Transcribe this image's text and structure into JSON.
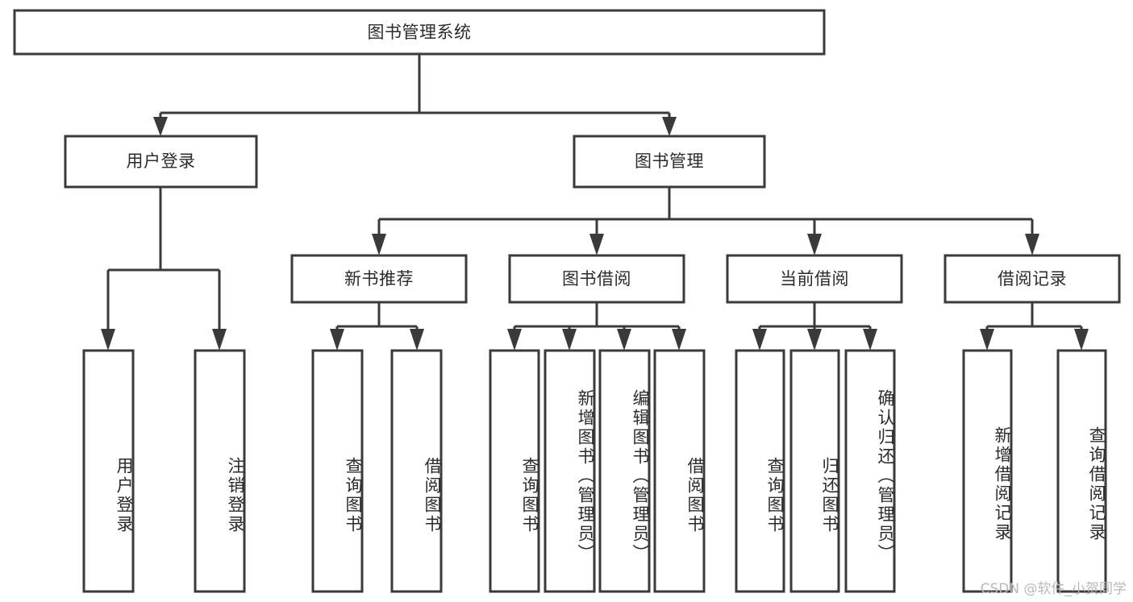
{
  "diagram": {
    "title": "图书管理系统",
    "type": "tree",
    "watermark": "CSDN @软件_小贺同学",
    "colors": {
      "stroke": "#3a3a3a",
      "box_fill": "#ffffff",
      "text": "#2b2b2b",
      "background": "#ffffff",
      "watermark": "#b9b9b9"
    },
    "levels": {
      "root": {
        "label": "图书管理系统",
        "orientation": "horizontal"
      },
      "level2": [
        {
          "label": "用户登录",
          "orientation": "horizontal"
        },
        {
          "label": "图书管理",
          "orientation": "horizontal"
        }
      ],
      "level3": [
        {
          "label": "新书推荐",
          "orientation": "horizontal"
        },
        {
          "label": "图书借阅",
          "orientation": "horizontal"
        },
        {
          "label": "当前借阅",
          "orientation": "horizontal"
        },
        {
          "label": "借阅记录",
          "orientation": "horizontal"
        }
      ],
      "leaves": {
        "user_login": [
          {
            "label": "用户登录",
            "orientation": "vertical"
          },
          {
            "label": "注销登录",
            "orientation": "vertical"
          }
        ],
        "new_book_recommend": [
          {
            "label": "查询图书",
            "orientation": "vertical"
          },
          {
            "label": "借阅图书",
            "orientation": "vertical"
          }
        ],
        "book_borrow": [
          {
            "label": "查询图书",
            "orientation": "vertical"
          },
          {
            "label": "新增图书（管理员）",
            "orientation": "vertical"
          },
          {
            "label": "编辑图书（管理员）",
            "orientation": "vertical"
          },
          {
            "label": "借阅图书",
            "orientation": "vertical"
          }
        ],
        "current_borrow": [
          {
            "label": "查询图书",
            "orientation": "vertical"
          },
          {
            "label": "归还图书",
            "orientation": "vertical"
          },
          {
            "label": "确认归还（管理员）",
            "orientation": "vertical"
          }
        ],
        "borrow_record": [
          {
            "label": "新增借阅记录",
            "orientation": "vertical"
          },
          {
            "label": "查询借阅记录",
            "orientation": "vertical"
          }
        ]
      }
    }
  }
}
